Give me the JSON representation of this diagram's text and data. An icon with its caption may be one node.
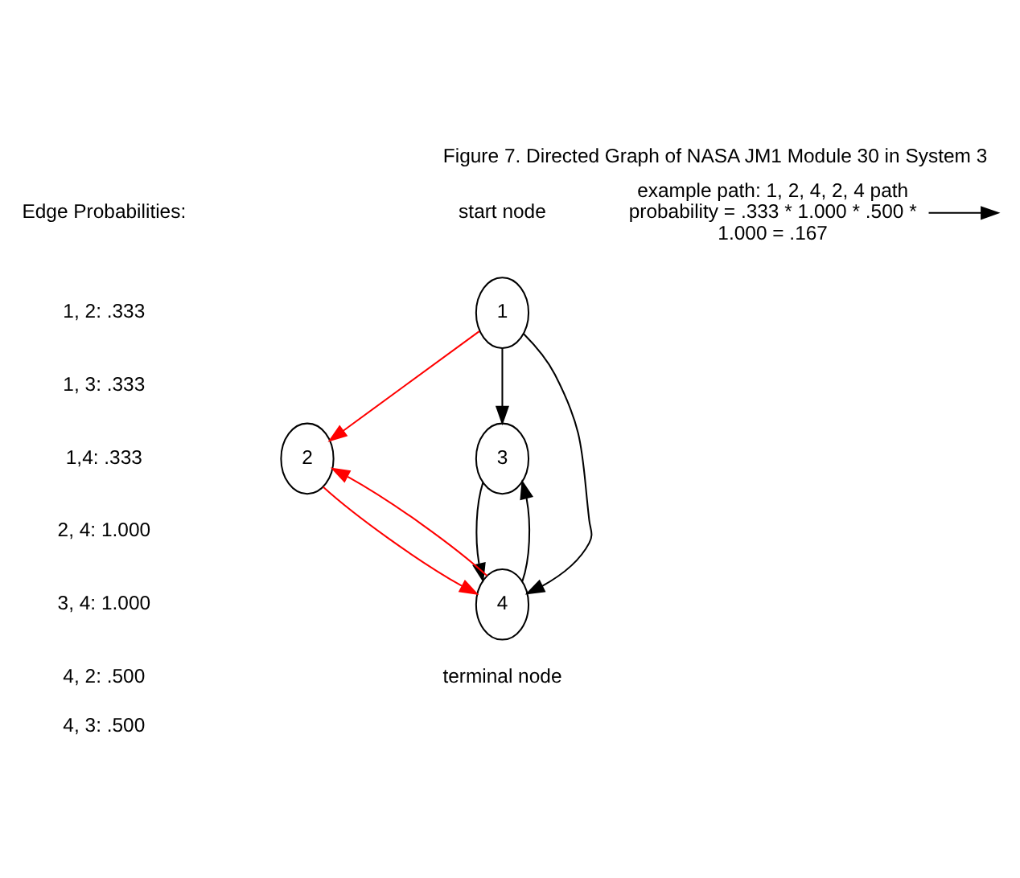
{
  "diagram": {
    "title": "Figure 7. Directed Graph of NASA JM1 Module 30 in System 3",
    "nodes": [
      {
        "text": [
          "1"
        ],
        "beside": [
          "start node"
        ]
      },
      {
        "text": [
          "2"
        ]
      },
      {
        "text": [
          "3"
        ]
      },
      {
        "text": [
          "4"
        ],
        "beside": [
          "terminal node"
        ]
      },
      {
        "text": [
          "example path: 1, 2, 4, 2, 4 path probability = .333 * 1.000 * .500 * 1.000 = .167"
        ]
      }
    ],
    "edges": [
      {
        "from": 0,
        "to": 1,
        "arrow": "to",
        "color": "#ff0000"
      },
      {
        "from": 0,
        "to": 3,
        "arrow": "to"
      },
      {
        "from": 0,
        "to": 2,
        "arrow": "to"
      },
      {
        "from": 1,
        "to": 3,
        "arrow": "to",
        "color": "#ff0000"
      },
      {
        "from": 2,
        "to": 3,
        "arrow": "to"
      },
      {
        "from": 3,
        "to": 1,
        "arrow": "to",
        "color": "#ff0000"
      },
      {
        "from": 3,
        "to": 2,
        "arrow": "to"
      },
      {
        "from": 4,
        "to": null,
        "arrow": "to"
      }
    ],
    "labels": [
      "Edge Probabilities:",
      "1, 2: .333",
      "1, 3: .333",
      "1,4: .333",
      "2, 4: 1.000",
      "3, 4: 1.000",
      "4, 2: .500",
      "4, 3: .500"
    ]
  }
}
